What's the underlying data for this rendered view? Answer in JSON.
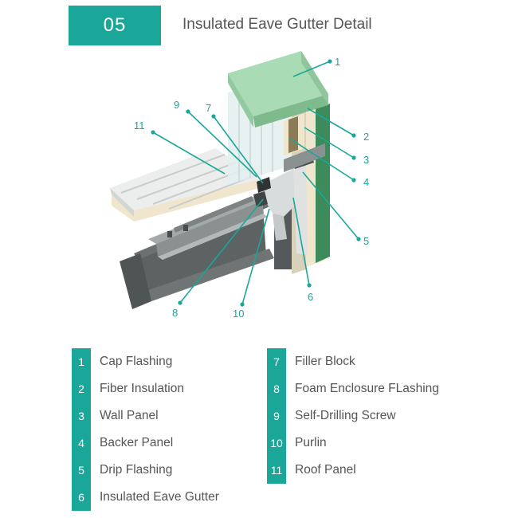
{
  "header": {
    "step_number": "05",
    "title": "Insulated Eave Gutter Detail"
  },
  "diagram": {
    "callouts": [
      "1",
      "2",
      "3",
      "4",
      "5",
      "6",
      "7",
      "8",
      "9",
      "10",
      "11"
    ],
    "colors": {
      "accent": "#1aa79a",
      "cap_flashing": "#a9dcb4",
      "insulation": "#efe6cd",
      "steel": "#6b7071",
      "panel": "#eceeee",
      "wall_green": "#3d8a5a"
    }
  },
  "legend": {
    "items": [
      {
        "number": "1",
        "label": "Cap Flashing"
      },
      {
        "number": "2",
        "label": "Fiber Insulation"
      },
      {
        "number": "3",
        "label": "Wall Panel"
      },
      {
        "number": "4",
        "label": "Backer Panel"
      },
      {
        "number": "5",
        "label": "Drip Flashing"
      },
      {
        "number": "6",
        "label": "Insulated Eave Gutter"
      },
      {
        "number": "7",
        "label": "Filler Block"
      },
      {
        "number": "8",
        "label": "Foam Enclosure FLashing"
      },
      {
        "number": "9",
        "label": "Self-Drilling Screw"
      },
      {
        "number": "10",
        "label": "Purlin"
      },
      {
        "number": "11",
        "label": "Roof Panel"
      }
    ]
  }
}
